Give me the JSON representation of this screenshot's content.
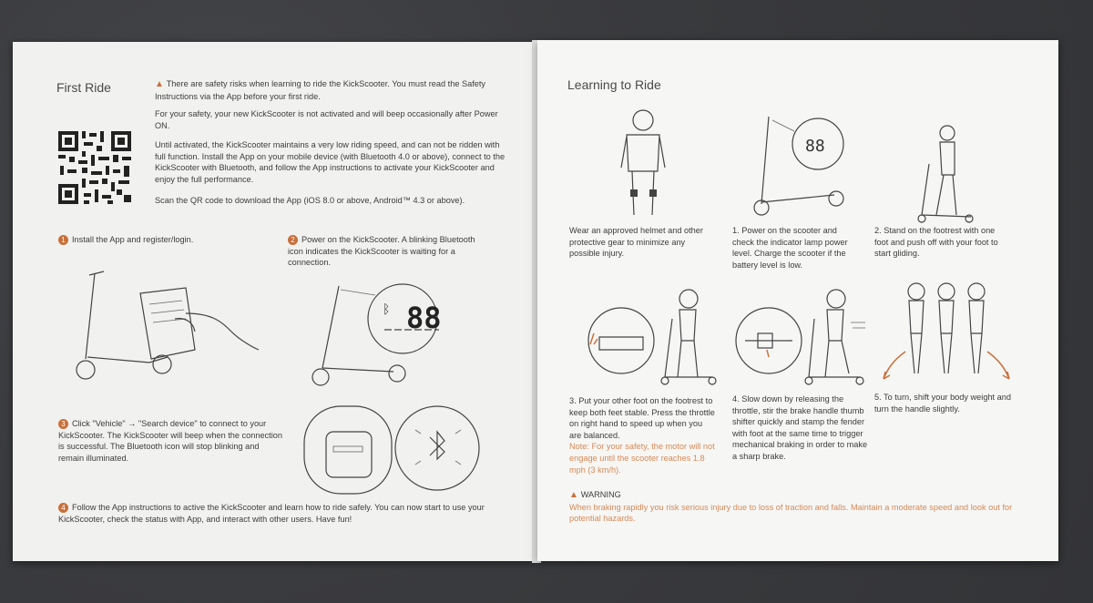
{
  "left": {
    "title": "First Ride",
    "safety_note": "There are safety risks when learning to ride the KickScooter. You must read the Safety Instructions via the App before your first ride.",
    "para1": "For your safety, your new KickScooter is not activated and will beep occasionally after Power ON.",
    "para2": "Until activated, the KickScooter maintains a very low riding speed, and can not be ridden with full function. Install the App on your mobile device (with Bluetooth 4.0 or above), connect to the KickScooter with Bluetooth, and follow the App instructions to activate your KickScooter and enjoy the full performance.",
    "para3": "Scan the QR code to download the App (iOS 8.0 or above, Android™ 4.3 or above).",
    "steps": [
      {
        "num": "1",
        "text": "Install the App and register/login."
      },
      {
        "num": "2",
        "text": "Power on the KickScooter. A blinking Bluetooth icon indicates the KickScooter is waiting for a connection."
      },
      {
        "num": "3",
        "text": "Click \"Vehicle\" → \"Search device\" to connect to your KickScooter. The KickScooter will beep when the connection is successful. The Bluetooth icon will stop blinking and remain illuminated."
      },
      {
        "num": "4",
        "text": "Follow the App instructions to active the KickScooter and learn how to ride safely. You can now start to use your KickScooter, check the status with App, and interact with other users. Have fun!"
      }
    ],
    "display_digits": "88"
  },
  "right": {
    "title": "Learning to Ride",
    "captions": [
      "Wear an approved helmet and other protective gear to minimize any possible injury.",
      "1. Power on the scooter and check the indicator lamp power level. Charge the scooter if the battery level is low.",
      "2. Stand on the footrest with one foot and push off with your foot to start gliding.",
      "3. Put your other foot on the footrest to keep both feet stable. Press the throttle on right hand to speed up when you are balanced.",
      "4. Slow down by releasing the throttle, stir the brake handle thumb shifter quickly and stamp the fender with foot at the same time to trigger mechanical braking in order to make a sharp brake.",
      "5. To turn, shift your body weight and turn the handle slightly."
    ],
    "note3": "Note: For your safety, the motor will not engage until the scooter reaches 1.8 mph (3 km/h).",
    "warning_label": "WARNING",
    "warning_text": "When braking rapidly you risk serious injury due to loss of traction and falls. Maintain a moderate speed and look out for potential hazards.",
    "display_digits": "88"
  },
  "colors": {
    "accent": "#c8703a",
    "note": "#d58a58"
  }
}
